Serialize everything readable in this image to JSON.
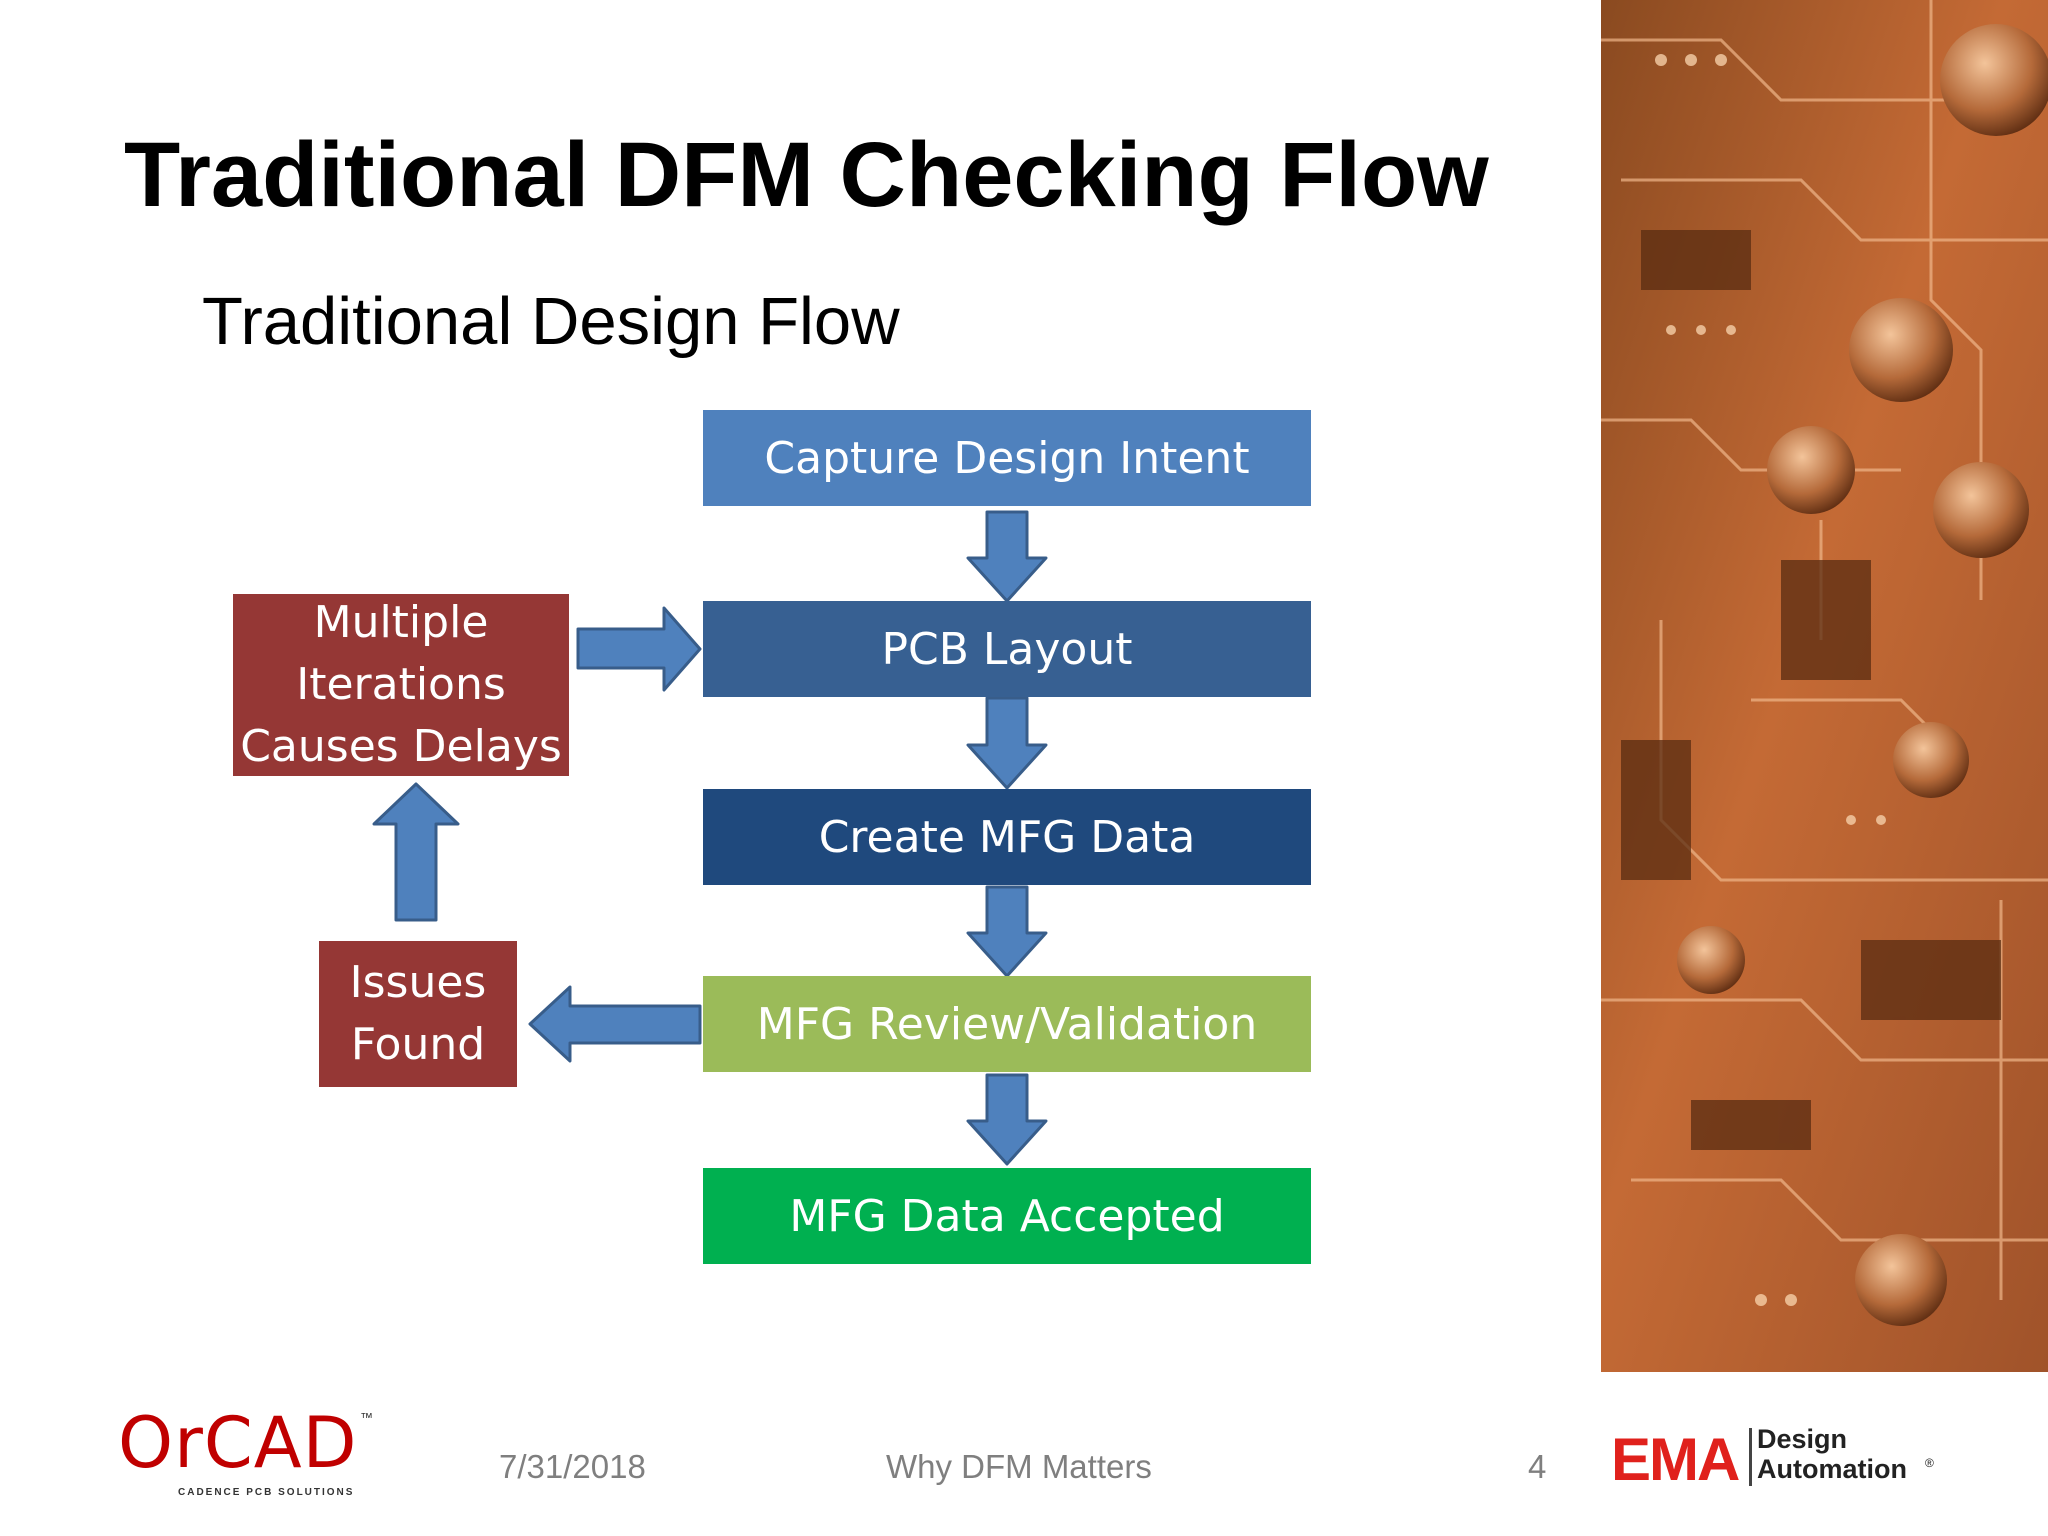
{
  "slide": {
    "title": "Traditional DFM Checking Flow",
    "subtitle": "Traditional Design Flow"
  },
  "flow_boxes": [
    {
      "label": "Capture Design Intent",
      "color": "#4f81bd"
    },
    {
      "label": "PCB Layout",
      "color": "#376092"
    },
    {
      "label": "Create MFG Data",
      "color": "#1f497d"
    },
    {
      "label": "MFG Review/Validation",
      "color": "#9bbb59"
    },
    {
      "label": "MFG Data Accepted",
      "color": "#00b050"
    }
  ],
  "side_boxes": {
    "iterations": {
      "label": "Multiple Iterations Causes Delays",
      "color": "#953735"
    },
    "issues": {
      "label": "Issues Found",
      "color": "#953735"
    }
  },
  "arrow_color": "#4f81bd",
  "footer": {
    "date": "7/31/2018",
    "topic": "Why DFM Matters",
    "page": "4"
  },
  "logos": {
    "orcad": {
      "name": "OrCAD",
      "trademark": "™",
      "tagline": "CADENCE PCB SOLUTIONS",
      "color": "#c00000"
    },
    "ema": {
      "name": "EMA",
      "line1": "Design",
      "line2": "Automation",
      "mark": "®",
      "color": "#e0211c"
    }
  }
}
